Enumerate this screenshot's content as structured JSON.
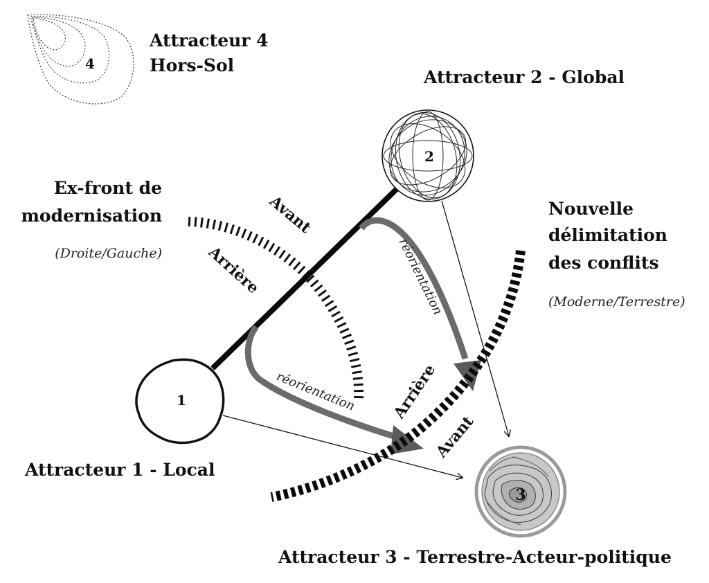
{
  "attractors": {
    "a1": {
      "number": "1",
      "label": "Attracteur 1 - Local"
    },
    "a2": {
      "number": "2",
      "label": "Attracteur 2 - Global"
    },
    "a3": {
      "number": "3",
      "label": "Attracteur 3 - Terrestre-Acteur-politique"
    },
    "a4": {
      "number": "4",
      "label_line1": "Attracteur 4",
      "label_line2": "Hors-Sol"
    }
  },
  "old_front": {
    "title_line1": "Ex-front de",
    "title_line2": "modernisation",
    "subtitle": "(Droite/Gauche)",
    "forward": "Avant",
    "backward": "Arrière"
  },
  "new_front": {
    "title_line1": "Nouvelle",
    "title_line2": "délimitation",
    "title_line3": "des conflits",
    "subtitle": "(Moderne/Terrestre)",
    "backward": "Arrière",
    "forward": "Avant"
  },
  "reorientation_label": "réorientation",
  "colors": {
    "ink": "#111111",
    "reorientation_arrow": "#6b6b6b",
    "terrestrial_fill": "#c8c8c8",
    "terrestrial_ring": "#9a9a9a"
  }
}
